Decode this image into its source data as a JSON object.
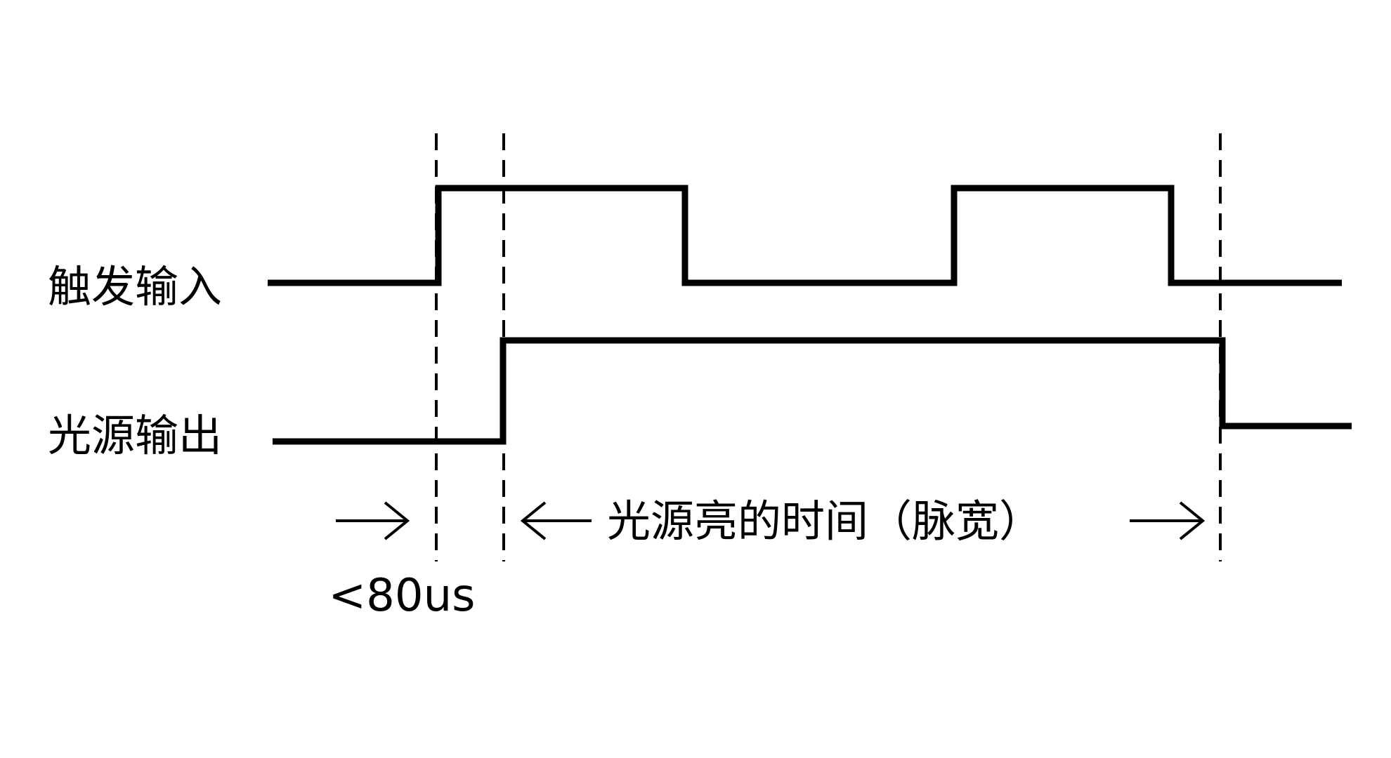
{
  "signals": {
    "trigger_input": {
      "label": "触发输入",
      "edges": [
        "low",
        "high",
        "low",
        "high",
        "low"
      ]
    },
    "light_output": {
      "label": "光源输出",
      "edges": [
        "low",
        "high",
        "low"
      ]
    }
  },
  "annotations": {
    "on_time": "光源亮的时间（脉宽）",
    "delay": "<80us"
  },
  "colors": {
    "line": "#000000",
    "background": "#ffffff"
  },
  "icons": {
    "arrow_right": "arrow-right-icon",
    "arrow_left": "arrow-left-icon"
  }
}
